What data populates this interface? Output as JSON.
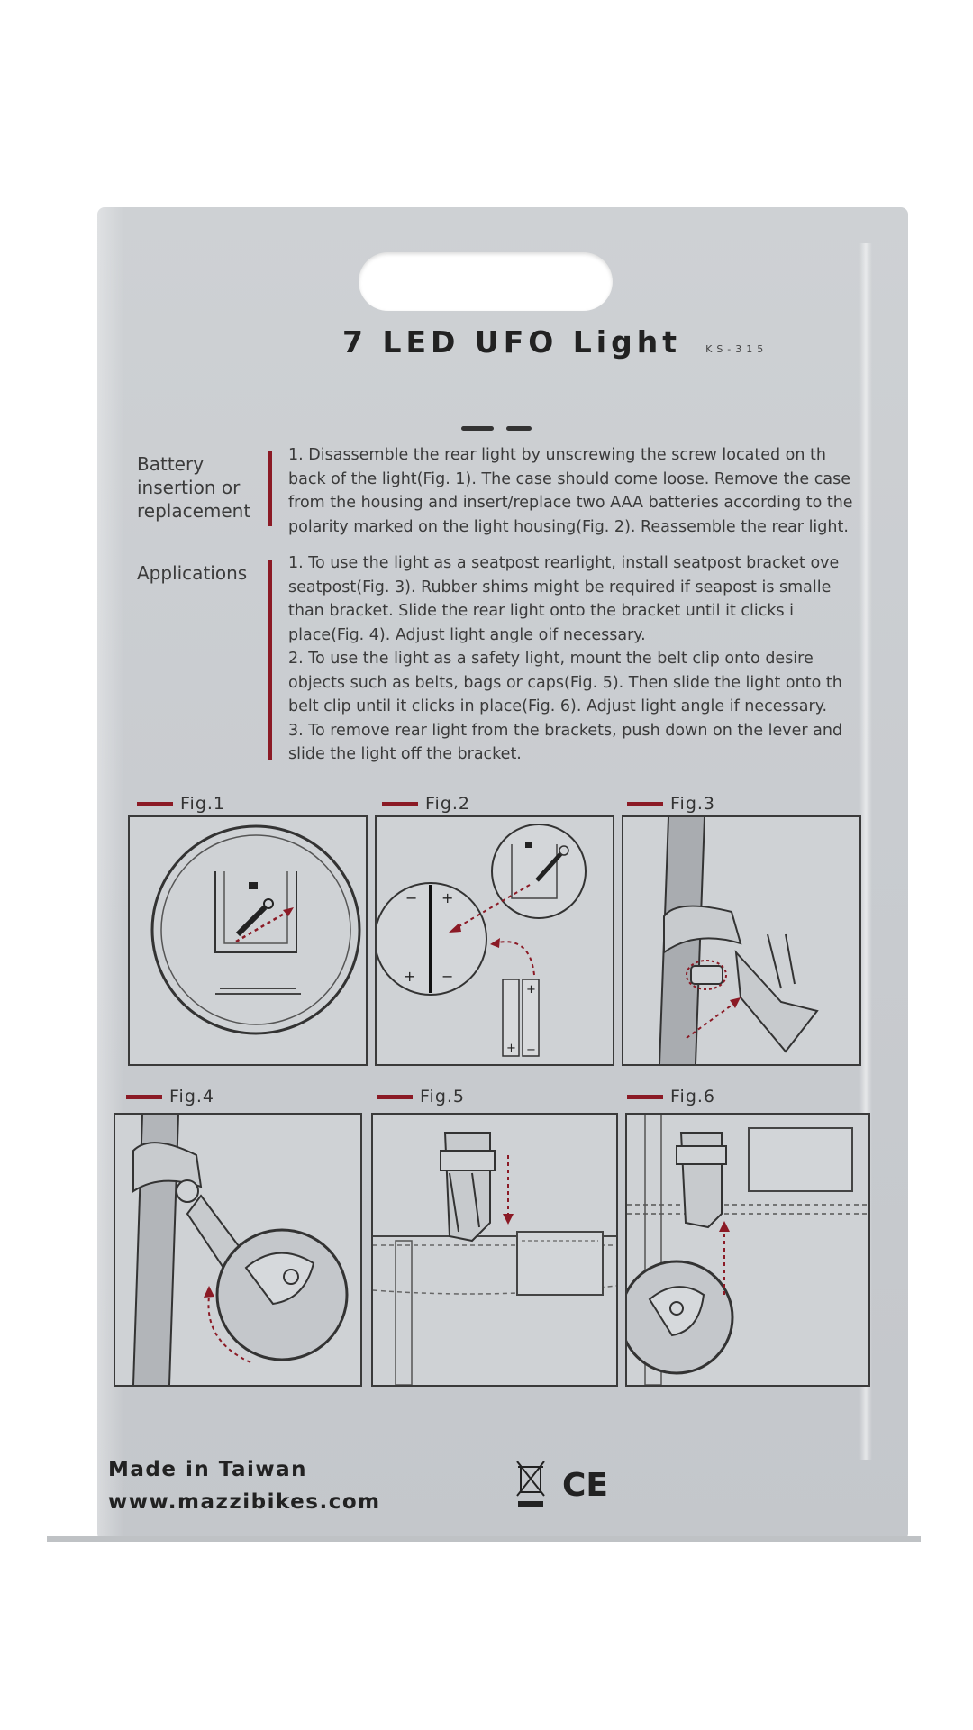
{
  "product": {
    "title": "7 LED UFO Light",
    "model": "KS-315"
  },
  "sections": [
    {
      "label_lines": [
        "Battery",
        "insertion or",
        "replacement"
      ],
      "lines": [
        "1.  Disassemble the rear light by unscrewing the screw located on th",
        "back of the light(Fig. 1). The case should come loose. Remove the case",
        "from the housing and insert/replace two AAA batteries according to the",
        "polarity marked on the light housing(Fig. 2). Reassemble the rear light."
      ]
    },
    {
      "label_lines": [
        "Applications"
      ],
      "lines": [
        "1.  To use the light as a seatpost rearlight, install seatpost bracket ove",
        "seatpost(Fig. 3). Rubber shims might be required if seapost is smalle",
        "than bracket. Slide the rear light onto the bracket until it clicks i",
        "place(Fig. 4). Adjust light angle oif necessary.",
        "2.  To use the light as a safety light, mount the belt clip onto desire",
        "objects such as belts, bags or caps(Fig. 5). Then slide the light onto th",
        "belt clip until it clicks in place(Fig. 6). Adjust light angle if necessary.",
        "3.  To remove rear light from the brackets, push down on the lever and",
        "slide the light off the bracket."
      ]
    }
  ],
  "figures": [
    "Fig.1",
    "Fig.2",
    "Fig.3",
    "Fig.4",
    "Fig.5",
    "Fig.6"
  ],
  "footer": {
    "origin": "Made in Taiwan",
    "website": "www.mazzibikes.com",
    "certification": "CE"
  },
  "colors": {
    "accent_red": "#8b1a25",
    "card_gray": "#cbced1",
    "ink": "#333333"
  }
}
